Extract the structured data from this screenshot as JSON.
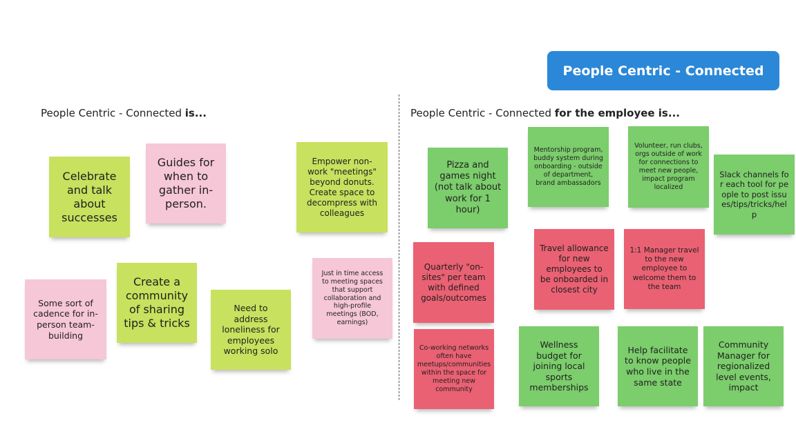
{
  "title": "People Centric - Connected",
  "left_heading": {
    "prefix": "People Centric - Connected ",
    "bold": "is..."
  },
  "right_heading": {
    "prefix": "People Centric - Connected ",
    "bold": "for the employee is..."
  },
  "colors": {
    "title_blue": "#2b87d8",
    "sticky_lime": "#c8e15e",
    "sticky_pink": "#f6c7d6",
    "sticky_green": "#7ccd6c",
    "sticky_red": "#ea6173"
  },
  "left_notes": [
    "Celebrate and talk about successes",
    "Guides for when to gather in-person.",
    "Empower non-work \"meetings\" beyond donuts. Create space to decompress with colleagues",
    "Some sort of cadence for in-person team-building",
    "Create a community of sharing tips & tricks",
    "Need to address loneliness for employees working solo",
    "Just in time access to meeting spaces that support collaboration and high-profile meetings (BOD, earnings)"
  ],
  "right_notes": [
    "Pizza and games night (not talk about work for 1 hour)",
    "Mentorship program, buddy system during onboarding - outside of department, brand ambassadors",
    "Volunteer, run clubs, orgs outside of work for connections to meet new people, impact program localized",
    "Slack channels for each tool for people to post issues/tips/tricks/help",
    "Quarterly \"on-sites\" per team with defined goals/outcomes",
    "Travel allowance for new employees to be onboarded in closest city",
    "1:1 Manager travel to the new employee to welcome them to the team",
    "Co-working networks often have meetups/communities within the space for meeting new community",
    "Wellness budget for joining local sports memberships",
    "Help facilitate to know people who live in the same state",
    "Community Manager for regionalized level events, impact"
  ]
}
